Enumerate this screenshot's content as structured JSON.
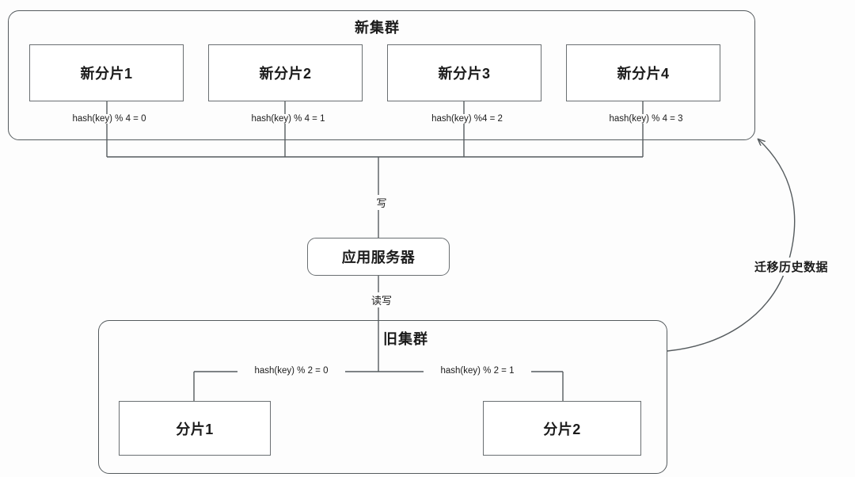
{
  "diagram": {
    "title_new_cluster": "新集群",
    "title_old_cluster": "旧集群",
    "app_server": "应用服务器",
    "write_label": "写",
    "readwrite_label": "读写",
    "migrate_label": "迁移历史数据",
    "new_shards": [
      {
        "name": "新分片1",
        "hash": "hash(key) % 4 = 0"
      },
      {
        "name": "新分片2",
        "hash": "hash(key) % 4 = 1"
      },
      {
        "name": "新分片3",
        "hash": "hash(key) %4 = 2"
      },
      {
        "name": "新分片4",
        "hash": "hash(key) % 4 = 3"
      }
    ],
    "old_shards": [
      {
        "name": "分片1",
        "hash": "hash(key) % 2 = 0"
      },
      {
        "name": "分片2",
        "hash": "hash(key) % 2 = 1"
      }
    ],
    "colors": {
      "background": "#fdfdfd",
      "stroke": "#555b5e",
      "box_stroke": "#6a6f72",
      "text": "#1b1b1b"
    }
  }
}
